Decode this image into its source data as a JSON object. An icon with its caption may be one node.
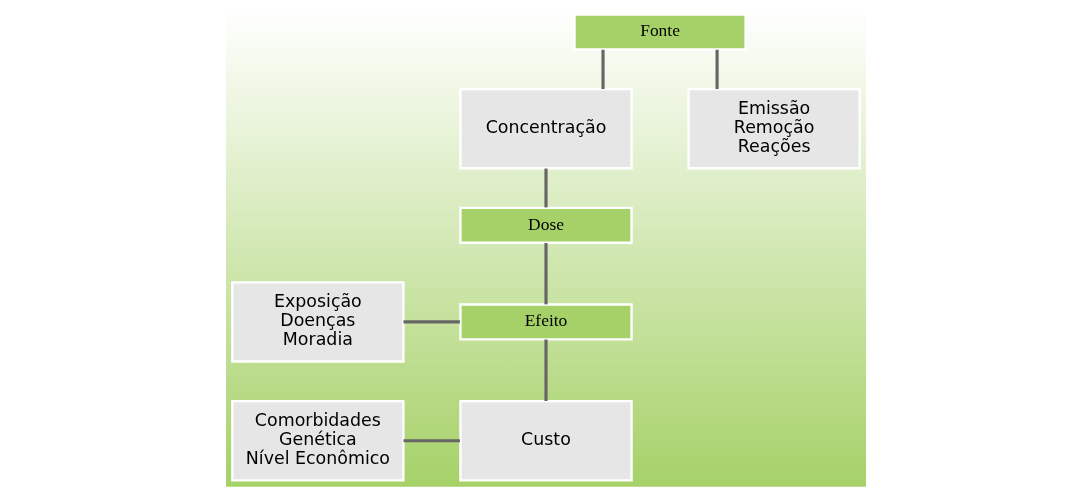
{
  "diagram": {
    "nodes": [
      {
        "text": [
          "Fonte"
        ]
      },
      {
        "text": [
          "Concentração"
        ]
      },
      {
        "text": [
          "Emissão Remoção Reações"
        ]
      },
      {
        "text": [
          "Dose"
        ]
      },
      {
        "text": [
          "Exposição Doenças Moradia"
        ]
      },
      {
        "text": [
          "Efeito"
        ]
      },
      {
        "text": [
          "Comorbidades Genética Nível Econômico"
        ]
      },
      {
        "text": [
          "Custo"
        ]
      }
    ],
    "edges": [
      {
        "from": 0,
        "to": 1,
        "arrow": "none"
      },
      {
        "from": 0,
        "to": 2,
        "arrow": "none"
      },
      {
        "from": 1,
        "to": 3,
        "arrow": "none"
      },
      {
        "from": 3,
        "to": 5,
        "arrow": "none"
      },
      {
        "from": 4,
        "to": 5,
        "arrow": "none"
      },
      {
        "from": 5,
        "to": 7,
        "arrow": "none"
      },
      {
        "from": 6,
        "to": 7,
        "arrow": "none"
      }
    ]
  }
}
